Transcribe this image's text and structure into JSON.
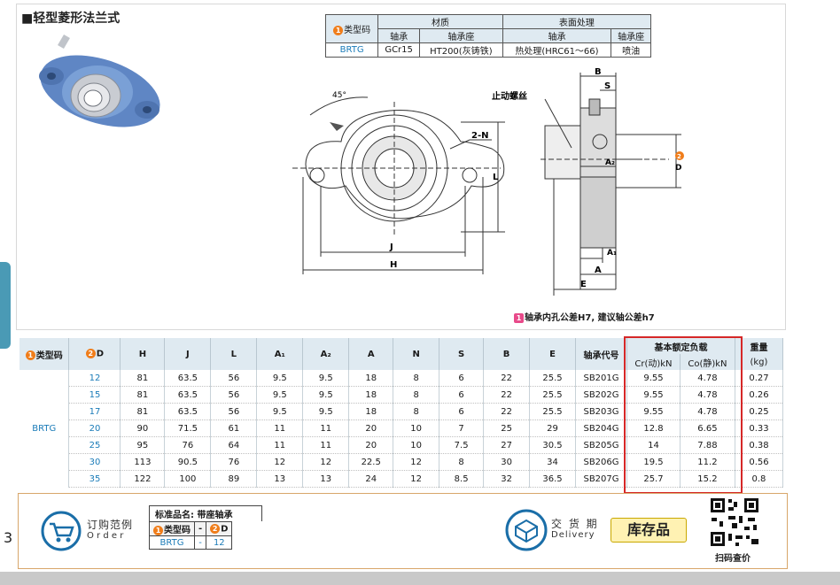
{
  "section_title": "■轻型菱形法兰式",
  "material_table": {
    "code_header": "类型码",
    "material_header": "材质",
    "surface_header": "表面处理",
    "sub_bearing": "轴承",
    "sub_seat": "轴承座",
    "row": {
      "code": "BRTG",
      "bearing_mat": "GCr15",
      "seat_mat": "HT200(灰铸铁)",
      "bearing_surface": "热处理(HRC61～66)",
      "seat_surface": "喷油"
    }
  },
  "drawing_labels": {
    "angle": "45°",
    "hole": "2-N",
    "screw": "止动螺丝",
    "L": "L",
    "J": "J",
    "H": "H",
    "B": "B",
    "S": "S",
    "A2": "A₂",
    "A1": "A₁",
    "A": "A",
    "E": "E",
    "D": "D",
    "D_num": "2"
  },
  "tolerance_note": "轴承内孔公差H7, 建议轴公差h7",
  "tolerance_badge": "1",
  "main_table": {
    "headers": {
      "code": "类型码",
      "d": "D",
      "H": "H",
      "J": "J",
      "L": "L",
      "A1": "A₁",
      "A2": "A₂",
      "A": "A",
      "N": "N",
      "S": "S",
      "B": "B",
      "E": "E",
      "bearing_code": "轴承代号",
      "load": "基本额定负载",
      "cr": "Cr(动)kN",
      "co": "Co(静)kN",
      "weight": "重量",
      "weight_unit": "(kg)"
    },
    "code": "BRTG",
    "rows": [
      {
        "d": "12",
        "H": "81",
        "J": "63.5",
        "L": "56",
        "A1": "9.5",
        "A2": "9.5",
        "A": "18",
        "N": "8",
        "S": "6",
        "B": "22",
        "E": "25.5",
        "bc": "SB201G",
        "cr": "9.55",
        "co": "4.78",
        "w": "0.27"
      },
      {
        "d": "15",
        "H": "81",
        "J": "63.5",
        "L": "56",
        "A1": "9.5",
        "A2": "9.5",
        "A": "18",
        "N": "8",
        "S": "6",
        "B": "22",
        "E": "25.5",
        "bc": "SB202G",
        "cr": "9.55",
        "co": "4.78",
        "w": "0.26"
      },
      {
        "d": "17",
        "H": "81",
        "J": "63.5",
        "L": "56",
        "A1": "9.5",
        "A2": "9.5",
        "A": "18",
        "N": "8",
        "S": "6",
        "B": "22",
        "E": "25.5",
        "bc": "SB203G",
        "cr": "9.55",
        "co": "4.78",
        "w": "0.25"
      },
      {
        "d": "20",
        "H": "90",
        "J": "71.5",
        "L": "61",
        "A1": "11",
        "A2": "11",
        "A": "20",
        "N": "10",
        "S": "7",
        "B": "25",
        "E": "29",
        "bc": "SB204G",
        "cr": "12.8",
        "co": "6.65",
        "w": "0.33"
      },
      {
        "d": "25",
        "H": "95",
        "J": "76",
        "L": "64",
        "A1": "11",
        "A2": "11",
        "A": "20",
        "N": "10",
        "S": "7.5",
        "B": "27",
        "E": "30.5",
        "bc": "SB205G",
        "cr": "14",
        "co": "7.88",
        "w": "0.38"
      },
      {
        "d": "30",
        "H": "113",
        "J": "90.5",
        "L": "76",
        "A1": "12",
        "A2": "12",
        "A": "22.5",
        "N": "12",
        "S": "8",
        "B": "30",
        "E": "34",
        "bc": "SB206G",
        "cr": "19.5",
        "co": "11.2",
        "w": "0.56"
      },
      {
        "d": "35",
        "H": "122",
        "J": "100",
        "L": "89",
        "A1": "13",
        "A2": "13",
        "A": "24",
        "N": "12",
        "S": "8.5",
        "B": "32",
        "E": "36.5",
        "bc": "SB207G",
        "cr": "25.7",
        "co": "15.2",
        "w": "0.8"
      }
    ]
  },
  "order": {
    "title": "订购范例",
    "subtitle": "O r d e r",
    "std_label": "标准品名: 带座轴承",
    "col_code": "类型码",
    "col_dash": "-",
    "col_d": "D",
    "val_code": "BRTG",
    "val_dash": "-",
    "val_d": "12",
    "delivery_title": "交 货 期",
    "delivery_sub": "Delivery",
    "stock": "库存品",
    "qr_caption": "扫码查价"
  },
  "page_number": "3",
  "colors": {
    "accent_blue": "#1a7bb8",
    "header_bg": "#dfeaf1",
    "highlight_red": "#d62828",
    "badge_orange": "#f07d1a",
    "stock_yellow": "#fff2b3"
  }
}
